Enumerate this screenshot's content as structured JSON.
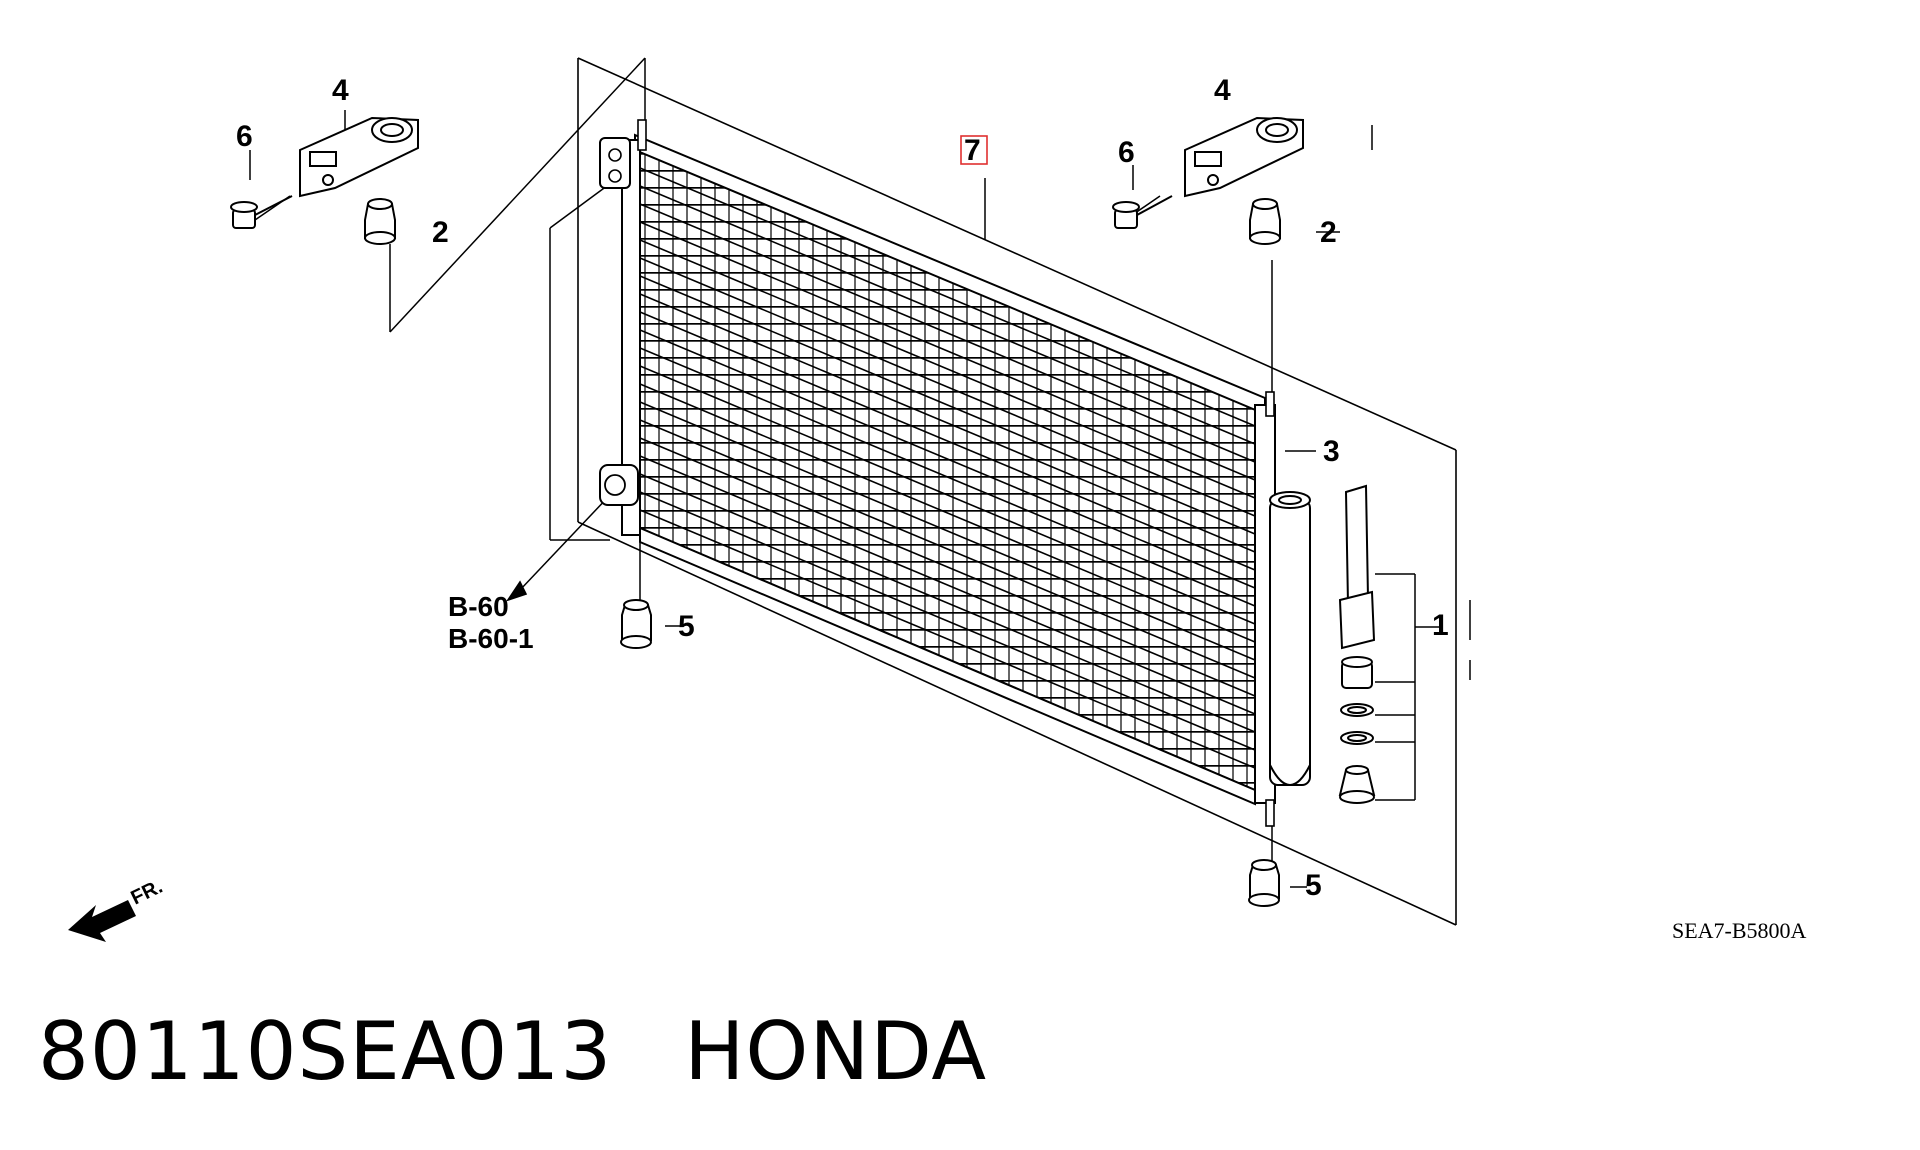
{
  "diagram": {
    "callouts": [
      "1",
      "2",
      "2",
      "3",
      "4",
      "4",
      "5",
      "5",
      "6",
      "6",
      "7"
    ],
    "references": [
      "B-60",
      "B-60-1"
    ],
    "diagram_code": "SEA7-B5800A",
    "front_arrow": "FR.",
    "highlight_color": "#e03030"
  },
  "caption": {
    "part_number": "80110SEA013",
    "brand": "HONDA"
  }
}
